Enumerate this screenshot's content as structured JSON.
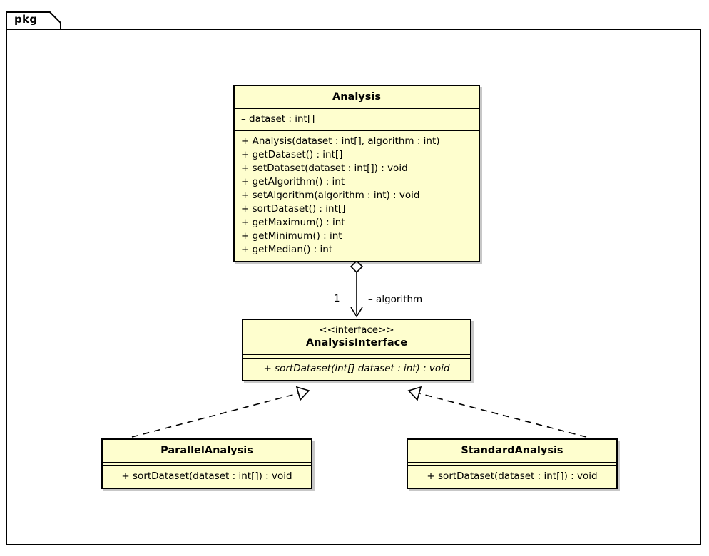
{
  "package": {
    "label": "pkg"
  },
  "classes": [
    {
      "id": "analysis",
      "name": "Analysis",
      "stereotype": "",
      "attributes": [
        "– dataset : int[]"
      ],
      "methods": [
        "+ Analysis(dataset : int[], algorithm : int)",
        "+ getDataset() : int[]",
        "+ setDataset(dataset : int[]) : void",
        "+ getAlgorithm() : int",
        "+ setAlgorithm(algorithm : int) : void",
        "+ sortDataset() : int[]",
        "+ getMaximum() : int",
        "+ getMinimum() : int",
        "+ getMedian() : int"
      ]
    },
    {
      "id": "analysisinterface",
      "name": "AnalysisInterface",
      "stereotype": "<<interface>>",
      "attributes": [],
      "methods": [
        "+ sortDataset(int[] dataset : int) : void"
      ]
    },
    {
      "id": "parallelanalysis",
      "name": "ParallelAnalysis",
      "stereotype": "",
      "attributes": [],
      "methods": [
        "+ sortDataset(dataset : int[]) : void"
      ]
    },
    {
      "id": "standardanalysis",
      "name": "StandardAnalysis",
      "stereotype": "",
      "attributes": [],
      "methods": [
        "+ sortDataset(dataset : int[]) : void"
      ]
    }
  ],
  "relationships": [
    {
      "id": "aggregation",
      "type": "aggregation",
      "from": "Analysis",
      "to": "AnalysisInterface",
      "multiplicity": "1",
      "role": "– algorithm"
    },
    {
      "id": "realization-parallel",
      "type": "realization",
      "from": "ParallelAnalysis",
      "to": "AnalysisInterface"
    },
    {
      "id": "realization-standard",
      "type": "realization",
      "from": "StandardAnalysis",
      "to": "AnalysisInterface"
    }
  ],
  "colors": {
    "class_fill": "#FEFECE",
    "line": "#000000",
    "background": "#FFFFFF"
  }
}
